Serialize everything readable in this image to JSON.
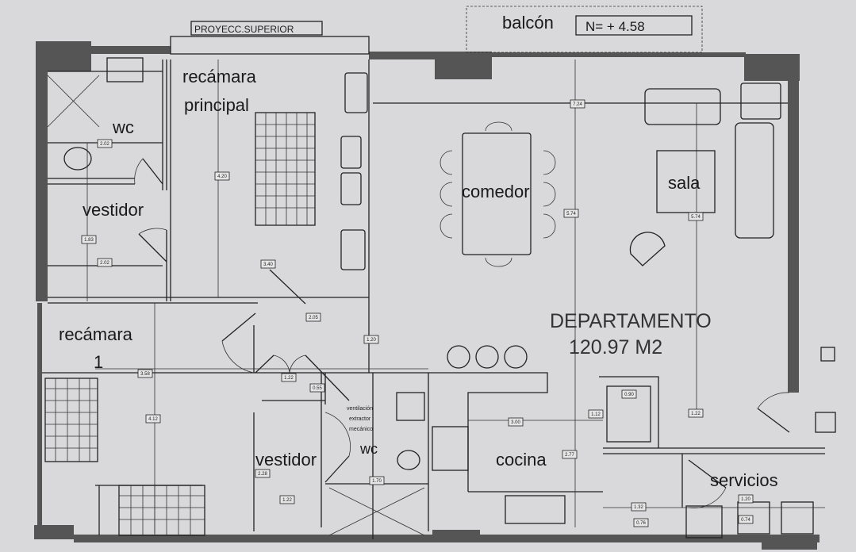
{
  "title": "DEPARTAMENTO",
  "area": "120.97 M2",
  "labels": {
    "proyeccion": "PROYECC.SUPERIOR",
    "balcon": "balcón",
    "nivel": "N= + 4.58",
    "recamara_principal_1": "recámara",
    "recamara_principal_2": "principal",
    "wc_top": "wc",
    "vestidor_top": "vestidor",
    "comedor": "comedor",
    "sala": "sala",
    "recamara1_1": "recámara",
    "recamara1_2": "1",
    "vestidor_bottom": "vestidor",
    "wc_bottom": "wc",
    "ventilacion_1": "ventilación",
    "ventilacion_2": "extractor",
    "ventilacion_3": "mecánico",
    "cocina": "cocina",
    "servicios": "servicios"
  },
  "dimensions": [
    "2.02",
    "4.20",
    "1.83",
    "2.02",
    "3.40",
    "2.05",
    "1.20",
    "3.58",
    "4.12",
    "1.22",
    "0.55",
    "2.28",
    "1.22",
    "1.70",
    "7.24",
    "5.74",
    "5.74",
    "0.90",
    "1.12",
    "3.00",
    "2.77",
    "1.22",
    "1.32",
    "0.76",
    "1.20",
    "0.74"
  ]
}
